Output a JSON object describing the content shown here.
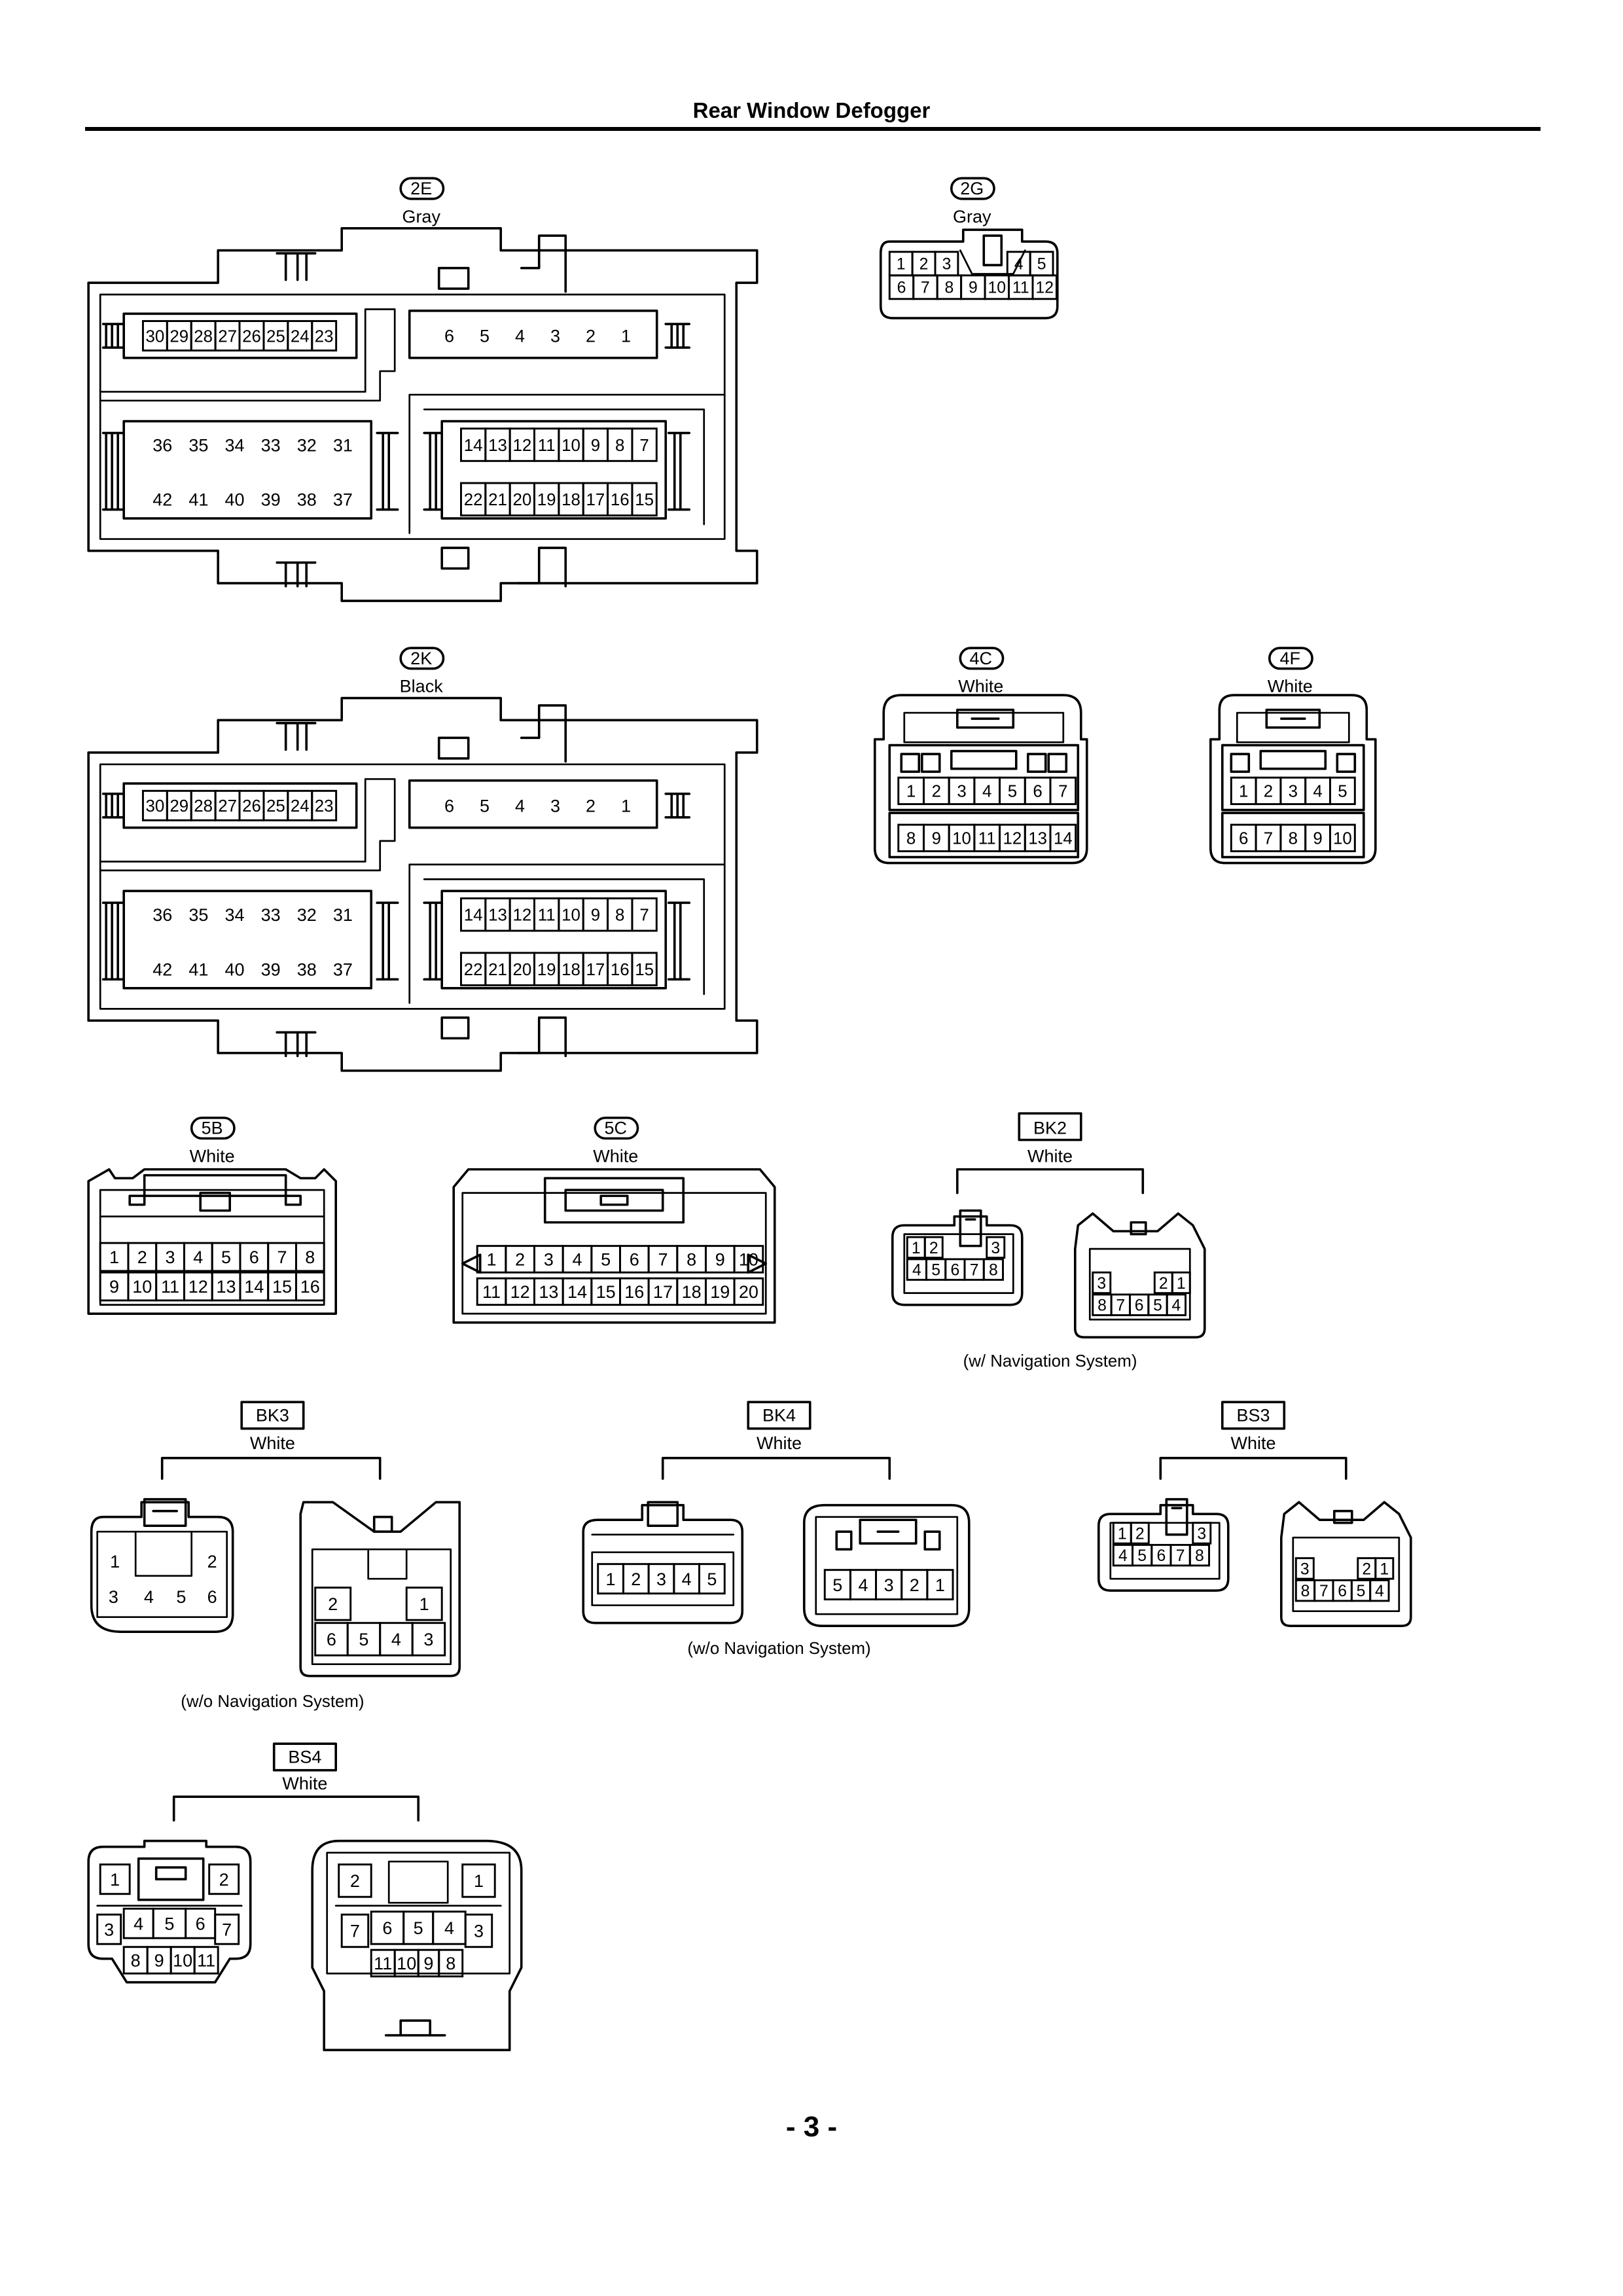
{
  "title": "Rear Window Defogger",
  "page_number": "- 3 -",
  "connectors": {
    "c2E": {
      "code": "2E",
      "color": "Gray"
    },
    "c2G": {
      "code": "2G",
      "color": "Gray"
    },
    "c2K": {
      "code": "2K",
      "color": "Black"
    },
    "c4C": {
      "code": "4C",
      "color": "White"
    },
    "c4F": {
      "code": "4F",
      "color": "White"
    },
    "c5B": {
      "code": "5B",
      "color": "White"
    },
    "c5C": {
      "code": "5C",
      "color": "White"
    },
    "cBK2": {
      "code": "BK2",
      "color": "White",
      "note": "(w/ Navigation System)"
    },
    "cBK3": {
      "code": "BK3",
      "color": "White",
      "note": "(w/o Navigation System)"
    },
    "cBK4": {
      "code": "BK4",
      "color": "White",
      "note": "(w/o Navigation System)"
    },
    "cBS3": {
      "code": "BS3",
      "color": "White"
    },
    "cBS4": {
      "code": "BS4",
      "color": "White"
    }
  },
  "pins": {
    "big_rowA": [
      "30",
      "29",
      "28",
      "27",
      "26",
      "25",
      "24",
      "23"
    ],
    "big_rowB": [
      "6",
      "5",
      "4",
      "3",
      "2",
      "1"
    ],
    "big_rowC": [
      "36",
      "35",
      "34",
      "33",
      "32",
      "31"
    ],
    "big_rowD": [
      "14",
      "13",
      "12",
      "11",
      "10",
      "9",
      "8",
      "7"
    ],
    "big_rowE": [
      "42",
      "41",
      "40",
      "39",
      "38",
      "37"
    ],
    "big_rowF": [
      "22",
      "21",
      "20",
      "19",
      "18",
      "17",
      "16",
      "15"
    ],
    "c2G_row1": [
      "1",
      "2",
      "3",
      "4",
      "5"
    ],
    "c2G_row2": [
      "6",
      "7",
      "8",
      "9",
      "10",
      "11",
      "12"
    ],
    "c4C_row1": [
      "1",
      "2",
      "3",
      "4",
      "5",
      "6",
      "7"
    ],
    "c4C_row2": [
      "8",
      "9",
      "10",
      "11",
      "12",
      "13",
      "14"
    ],
    "c4F_row1": [
      "1",
      "2",
      "3",
      "4",
      "5"
    ],
    "c4F_row2": [
      "6",
      "7",
      "8",
      "9",
      "10"
    ],
    "c5B_row1": [
      "1",
      "2",
      "3",
      "4",
      "5",
      "6",
      "7",
      "8"
    ],
    "c5B_row2": [
      "9",
      "10",
      "11",
      "12",
      "13",
      "14",
      "15",
      "16"
    ],
    "c5C_row1": [
      "1",
      "2",
      "3",
      "4",
      "5",
      "6",
      "7",
      "8",
      "9",
      "10"
    ],
    "c5C_row2": [
      "11",
      "12",
      "13",
      "14",
      "15",
      "16",
      "17",
      "18",
      "19",
      "20"
    ],
    "small8_left_top": [
      "1",
      "2",
      "3"
    ],
    "small8_left_bottom": [
      "4",
      "5",
      "6",
      "7",
      "8"
    ],
    "small8_right_top": [
      "3",
      "2",
      "1"
    ],
    "small8_right_bottom": [
      "8",
      "7",
      "6",
      "5",
      "4"
    ],
    "bk3_left": [
      "1",
      "2",
      "3",
      "4",
      "5",
      "6"
    ],
    "bk3_right": [
      "2",
      "1",
      "6",
      "5",
      "4",
      "3"
    ],
    "bk4_left": [
      "1",
      "2",
      "3",
      "4",
      "5"
    ],
    "bk4_right": [
      "5",
      "4",
      "3",
      "2",
      "1"
    ],
    "bs4_left": [
      "1",
      "2",
      "3",
      "4",
      "5",
      "6",
      "7",
      "8",
      "9",
      "10",
      "11"
    ],
    "bs4_right": [
      "2",
      "1",
      "7",
      "6",
      "5",
      "4",
      "3",
      "11",
      "10",
      "9",
      "8"
    ]
  }
}
